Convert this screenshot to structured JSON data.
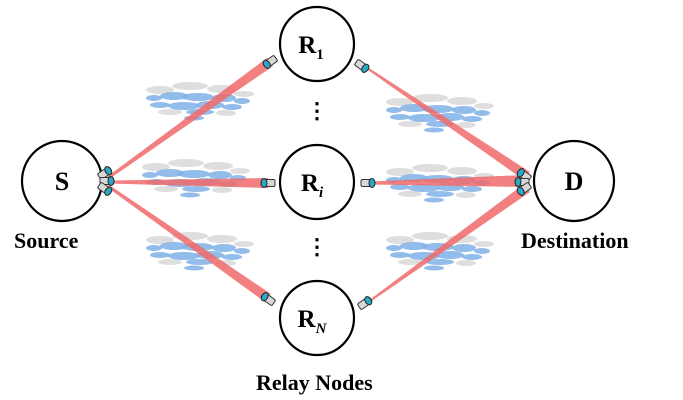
{
  "nodes": {
    "source": {
      "letter": "S"
    },
    "destination": {
      "letter": "D"
    },
    "relay_1": {
      "base": "R",
      "sub": "1"
    },
    "relay_i": {
      "base": "R",
      "sub": "i"
    },
    "relay_n": {
      "base": "R",
      "sub": "N"
    }
  },
  "labels": {
    "source": "Source",
    "destination": "Destination",
    "relays": "Relay Nodes"
  },
  "ellipsis": "⋮",
  "colors": {
    "beam": "#f06a6a",
    "turbulence": "#7fb0e6",
    "haze": "#c8c8c8",
    "terminal": "#2aa8c8"
  },
  "icons": [
    "optical-terminal-icon",
    "turbulence-cloud-icon"
  ]
}
